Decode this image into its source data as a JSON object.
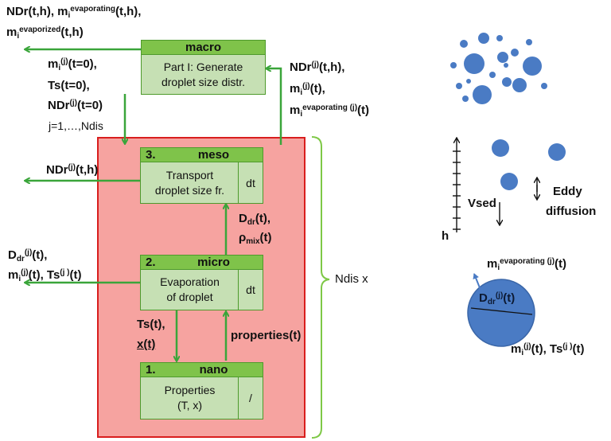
{
  "modules": {
    "macro": {
      "num": "",
      "name": "macro",
      "desc_line1": "Part I: Generate",
      "desc_line2": "droplet size distr.",
      "dt": ""
    },
    "meso": {
      "num": "3.",
      "name": "meso",
      "desc_line1": "Transport",
      "desc_line2": "droplet size fr.",
      "dt": "dt"
    },
    "micro": {
      "num": "2.",
      "name": "micro",
      "desc_line1": "Evaporation",
      "desc_line2": "of droplet",
      "dt": "dt"
    },
    "nano": {
      "num": "1.",
      "name": "nano",
      "desc_line1": "Properties",
      "desc_line2": "(T, x)",
      "dt": "/"
    }
  },
  "labels": {
    "top_out_1": {
      "a": "NDr(t,h), m",
      "a_sub": "i",
      "a_sup": "evaporating",
      "b": "(t,h),"
    },
    "top_out_2": {
      "a": "m",
      "a_sub": "i",
      "a_sup": "evaporized",
      "b": "(t,h)"
    },
    "init_1": {
      "a": "m",
      "a_sub": "i",
      "a_sup": "(j)",
      "b": "(t=0),"
    },
    "init_2": "Ts(t=0),",
    "init_3": {
      "a": "NDr",
      "a_sup": "(j)",
      "b": "(t=0)"
    },
    "init_4": "j=1,…,Ndis",
    "feedback_1": {
      "a": "NDr",
      "a_sup": "(j)",
      "b": "(t,h),"
    },
    "feedback_2": {
      "a": "m",
      "a_sub": "i",
      "a_sup": "(j)",
      "b": "(t),"
    },
    "feedback_3": {
      "a": "m",
      "a_sub": "i",
      "a_sup": "evaporating (j)",
      "b": "(t)"
    },
    "meso_out": {
      "a": "NDr",
      "a_sup": "(j)",
      "b": "(t,h)"
    },
    "micro_to_meso_1": {
      "a": "D",
      "a_sub": "dr",
      "b": "(t),"
    },
    "micro_to_meso_2": {
      "a": "ρ",
      "a_sub": "mix",
      "b": "(t)"
    },
    "micro_out_1": {
      "a": "D",
      "a_sub": "dr",
      "a_sup": "(j)",
      "b": "(t),"
    },
    "micro_out_2": {
      "a": "m",
      "a_sub": "i",
      "a_sup": "(j)",
      "b": "(t), Ts",
      "c_sup": "(j )",
      "c": "(t)"
    },
    "micro_to_nano_1": "Ts(t),",
    "micro_to_nano_2": "x(t)",
    "nano_to_micro": "properties(t)",
    "ndis_x": "Ndis x"
  },
  "illustration": {
    "vsed": "Vsed",
    "h": "h",
    "eddy_1": "Eddy",
    "eddy_2": "diffusion",
    "drop_evap": {
      "a": "m",
      "a_sub": "i",
      "a_sup": "evaporating (j)",
      "b": "(t)"
    },
    "drop_diam": {
      "a": "D",
      "a_sub": "dr",
      "a_sup": "(j)",
      "b": "(t)"
    },
    "drop_props": {
      "a": "m",
      "a_sub": "i",
      "a_sup": "(j)",
      "b": "(t), Ts",
      "c_sup": "(j )",
      "c": "(t)"
    }
  },
  "colors": {
    "arrow_green": "#3aa53a",
    "module_fill": "#c6e0b4",
    "module_head": "#7fc34a",
    "box_fill": "#f6a3a0",
    "box_border": "#d91e1e",
    "droplet": "#4a7bc4"
  }
}
